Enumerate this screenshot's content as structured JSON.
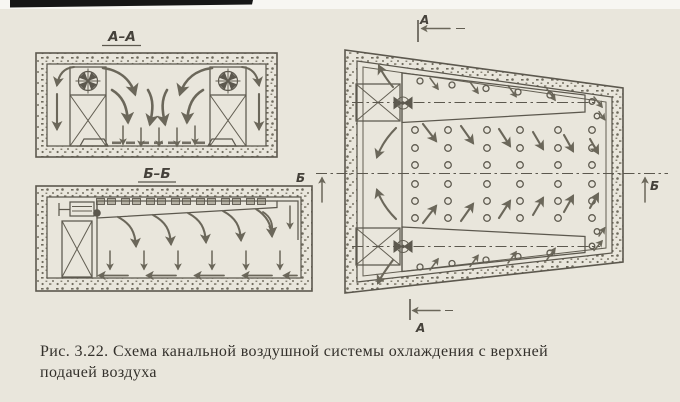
{
  "figure": {
    "type": "scanned-book-diagram",
    "caption": {
      "line1": "Рис. 3.22. Схема канальной воздушной системы охлаждения с верхней",
      "line2": "подачей воздуха"
    },
    "labels": {
      "section_aa": "А–А",
      "section_bb": "Б–Б",
      "cut_a": "А",
      "cut_b": "Б"
    },
    "colors": {
      "paper": "#e9e6dc",
      "paper_edge": "#f7f6f2",
      "ink": "#5c584e",
      "arrow": "#6b675a",
      "caption_text": "#33302b",
      "scan_bar": "#161616"
    }
  }
}
